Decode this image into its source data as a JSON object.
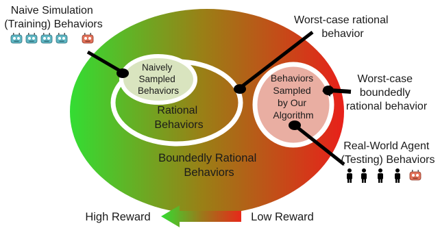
{
  "labels": {
    "naive_sim": [
      "Naive Simulation",
      "(Training) Behaviors"
    ],
    "worst_rational": [
      "Worst-case rational",
      "behavior"
    ],
    "naively_sampled": [
      "Naively",
      "Sampled",
      "Behaviors"
    ],
    "rational": [
      "Rational",
      "Behaviors"
    ],
    "ours": [
      "Behaviors",
      "Sampled",
      "by Our",
      "Algorithm"
    ],
    "worst_bounded": [
      "Worst-case",
      "boundedly",
      "rational behavior"
    ],
    "bounded": [
      "Boundedly Rational",
      "Behaviors"
    ],
    "real_world": [
      "Real-World Agent",
      "(Testing) Behaviors"
    ],
    "high_reward": "High Reward",
    "low_reward": "Low Reward"
  },
  "colors": {
    "reward_high": "#33dd33",
    "reward_mid": "#9a7a10",
    "reward_low": "#e6201a",
    "robot_teal": "#5fb6c3",
    "robot_orange": "#e2725a"
  },
  "icons": {
    "training_agents": [
      "robot-icon",
      "robot-icon",
      "robot-icon",
      "robot-icon",
      "robot-orange-icon"
    ],
    "testing_agents": [
      "person-icon",
      "person-icon",
      "person-icon",
      "person-icon",
      "robot-orange-icon"
    ]
  }
}
